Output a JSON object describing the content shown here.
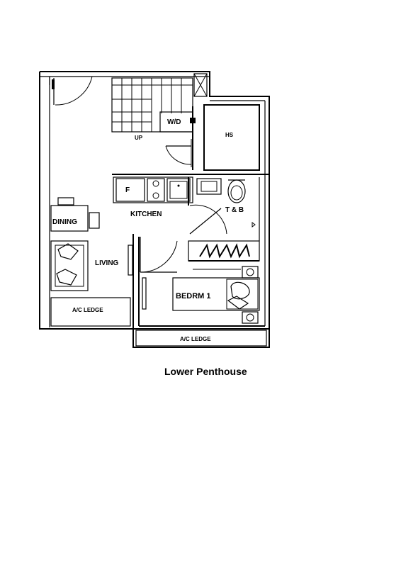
{
  "plan": {
    "caption": "Lower Penthouse",
    "rooms": {
      "wd": "W/D",
      "hs": "HS",
      "up": "UP",
      "fridge": "F",
      "kitchen": "KITCHEN",
      "tb": "T & B",
      "dining": "DINING",
      "living": "LIVING",
      "bedroom": "BEDRM 1",
      "ac_ledge_left": "A/C LEDGE",
      "ac_ledge_bottom": "A/C LEDGE"
    },
    "colors": {
      "line": "#000000",
      "background": "#ffffff"
    }
  }
}
